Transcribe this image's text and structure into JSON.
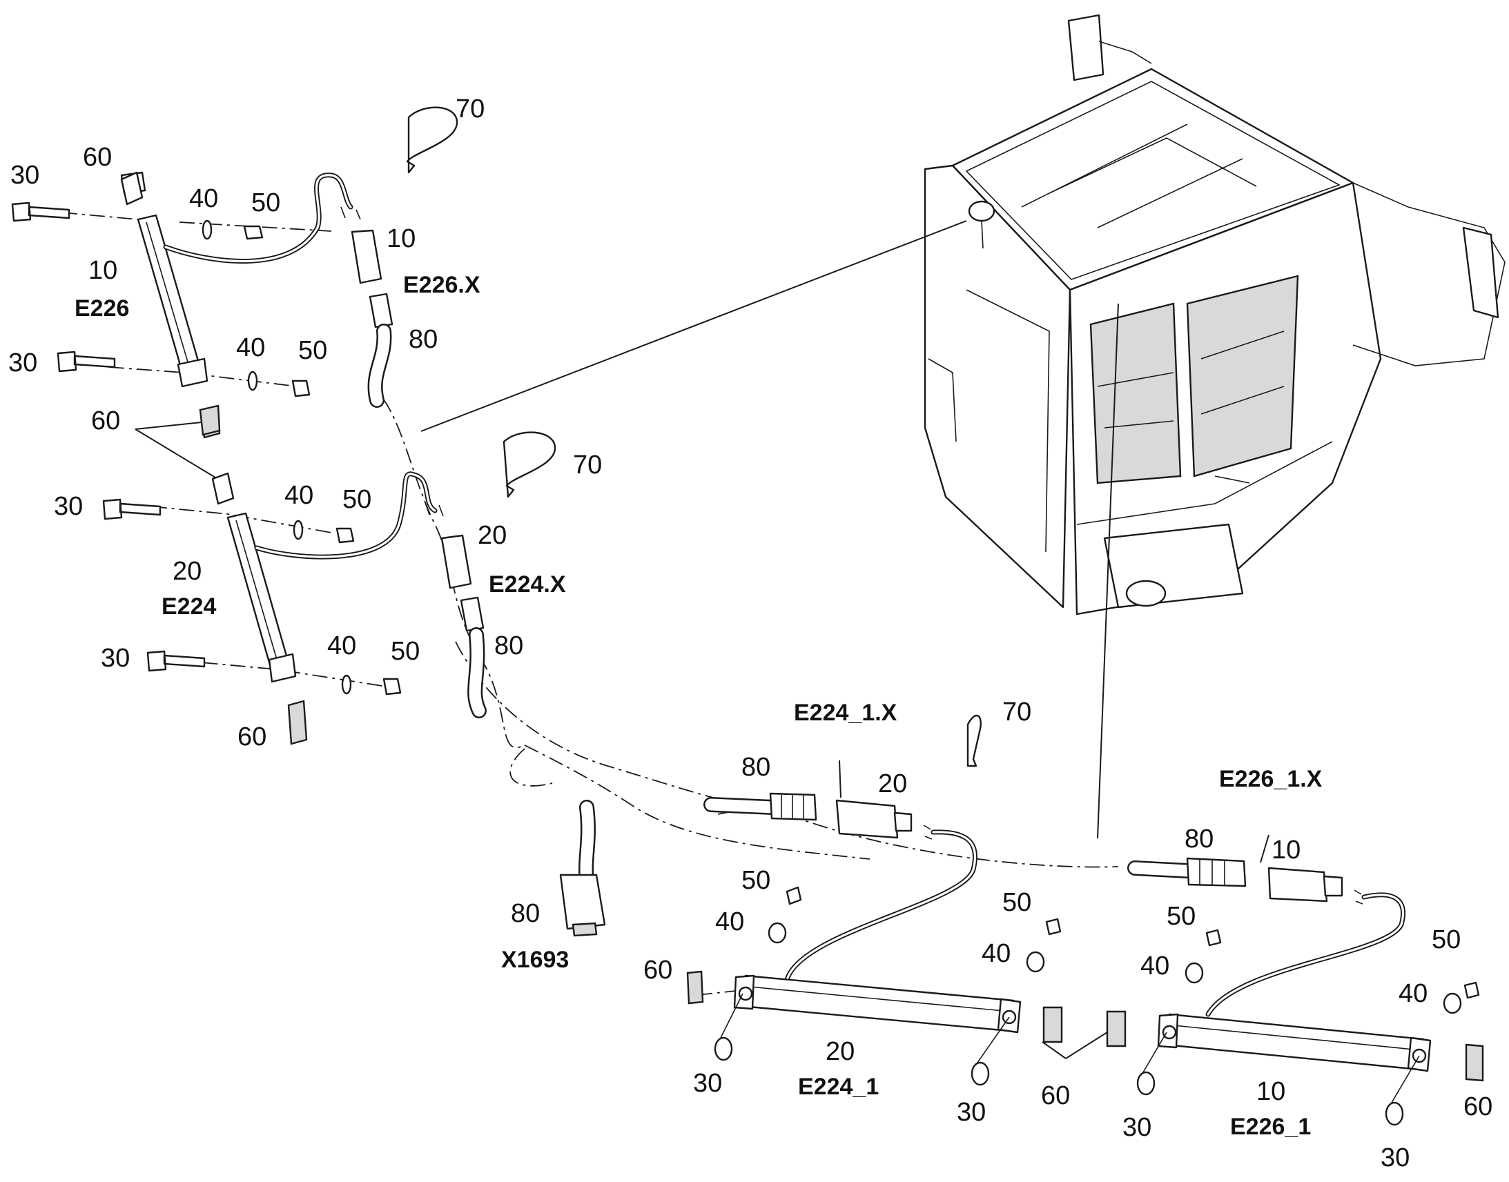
{
  "items": {
    "i10": "10",
    "i20": "20",
    "i30": "30",
    "i40": "40",
    "i50": "50",
    "i60": "60",
    "i70": "70",
    "i80": "80"
  },
  "refs": {
    "e226": "E226",
    "e224": "E224",
    "e226x": "E226.X",
    "e224x": "E224.X",
    "e224_1": "E224_1",
    "e226_1": "E226_1",
    "e224_1x": "E224_1.X",
    "e226_1x": "E226_1.X",
    "x1693": "X1693"
  },
  "colors": {
    "line": "#1a1a1a",
    "fill": "#d9d9d9",
    "background": "#ffffff"
  }
}
